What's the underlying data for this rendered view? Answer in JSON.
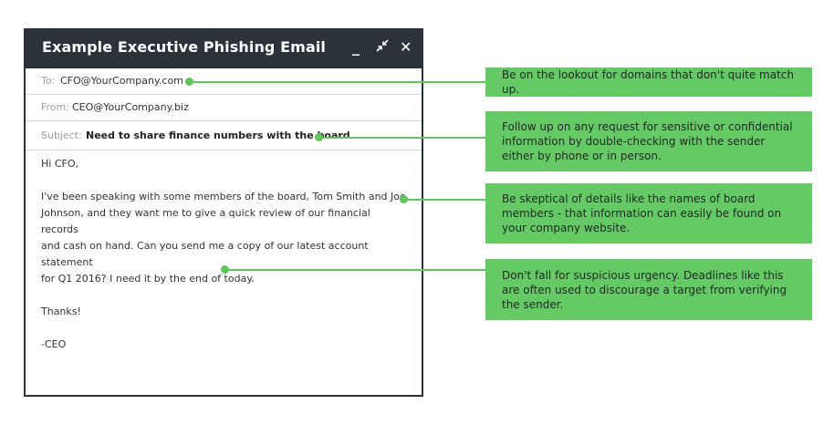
{
  "window": {
    "title": "Example Executive Phishing Email",
    "controls": {
      "minimize": "_",
      "collapse": "⤡",
      "close": "✕"
    }
  },
  "email": {
    "to_label": "To:",
    "to_value": "CFO@YourCompany.com",
    "from_label": "From:",
    "from_value": "CEO@YourCompany.biz",
    "subject_label": "Subject:",
    "subject_value": "Need to share finance numbers with the board",
    "greeting": "Hi CFO,",
    "body_lines": [
      "I've been speaking with some members of the board, Tom Smith and Joe",
      "Johnson, and they want me to give a quick review of our financial records",
      "and cash on hand.  Can you send me a copy of our latest account statement",
      "for Q1 2016? I need it by the end of today."
    ],
    "thanks": "Thanks!",
    "signature": "-CEO"
  },
  "callouts": [
    {
      "text": "Be on the lookout for domains that don't quite match up."
    },
    {
      "text": "Follow up on any request for sensitive or confidential information by double-checking with the sender either by phone or in person."
    },
    {
      "text": "Be skeptical of details like the names of board members - that information can easily be found on your company website."
    },
    {
      "text": "Don't fall for suspicious urgency. Deadlines like this are often used to discourage a target from verifying the sender."
    }
  ],
  "colors": {
    "titlebar": "#2b3239",
    "callout_green": "#65c965",
    "connector_green": "#5fc55e"
  }
}
